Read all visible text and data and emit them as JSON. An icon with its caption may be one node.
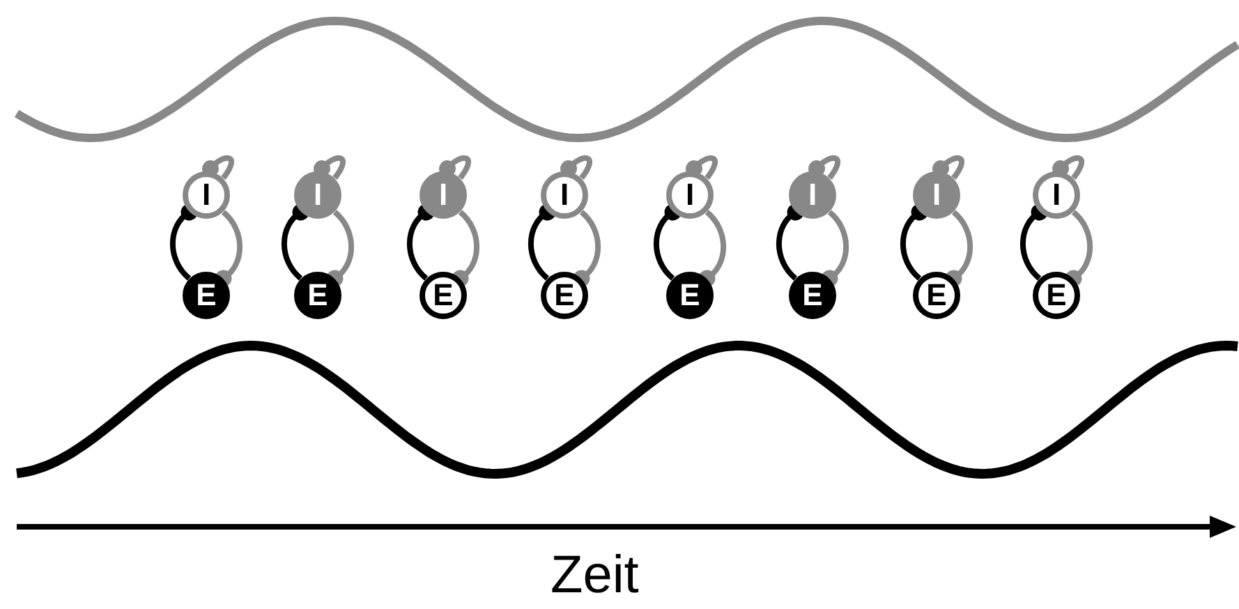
{
  "diagram": {
    "nodes": [
      {
        "text": [
          "I"
        ]
      },
      {
        "text": [
          "I"
        ]
      },
      {
        "text": [
          "I"
        ]
      },
      {
        "text": [
          "I"
        ]
      },
      {
        "text": [
          "I"
        ]
      },
      {
        "text": [
          "I"
        ]
      },
      {
        "text": [
          "I"
        ]
      },
      {
        "text": [
          "I"
        ]
      },
      {
        "text": [
          "E"
        ]
      },
      {
        "text": [
          "E"
        ]
      },
      {
        "text": [
          "E"
        ]
      },
      {
        "text": [
          "E"
        ]
      },
      {
        "text": [
          "E"
        ]
      },
      {
        "text": [
          "E"
        ]
      },
      {
        "text": [
          "E"
        ]
      },
      {
        "text": [
          "E"
        ]
      }
    ],
    "edges": [
      {
        "from": 8,
        "to": 0,
        "arrow": "other",
        "color": "#000000"
      },
      {
        "from": 0,
        "to": 0,
        "arrow": "other"
      },
      {
        "from": 0,
        "to": 8,
        "arrow": "other"
      },
      {
        "from": 9,
        "to": 1,
        "arrow": "other",
        "color": "#000000"
      },
      {
        "from": 1,
        "to": 1,
        "arrow": "other"
      },
      {
        "from": 1,
        "to": 9,
        "arrow": "other"
      },
      {
        "from": 10,
        "to": 2,
        "arrow": "other",
        "color": "#000000"
      },
      {
        "from": 2,
        "to": 2,
        "arrow": "other"
      },
      {
        "from": 2,
        "to": 10,
        "arrow": "other"
      },
      {
        "from": 11,
        "to": 3,
        "arrow": "other",
        "color": "#000000"
      },
      {
        "from": 3,
        "to": 3,
        "arrow": "other"
      },
      {
        "from": 3,
        "to": 11,
        "arrow": "other"
      },
      {
        "from": 12,
        "to": 4,
        "arrow": "other",
        "color": "#000000"
      },
      {
        "from": 4,
        "to": 4,
        "arrow": "other"
      },
      {
        "from": 4,
        "to": 12,
        "arrow": "other"
      },
      {
        "from": 13,
        "to": 5,
        "arrow": "other",
        "color": "#000000"
      },
      {
        "from": 5,
        "to": 5,
        "arrow": "other"
      },
      {
        "from": 5,
        "to": 13,
        "arrow": "other"
      },
      {
        "from": 14,
        "to": 6,
        "arrow": "other",
        "color": "#000000"
      },
      {
        "from": 6,
        "to": 6,
        "arrow": "other"
      },
      {
        "from": 6,
        "to": 14,
        "arrow": "other"
      },
      {
        "from": 15,
        "to": 7,
        "arrow": "other",
        "color": "#000000"
      },
      {
        "from": 7,
        "to": 7,
        "arrow": "other"
      },
      {
        "from": 7,
        "to": 15,
        "arrow": "other"
      }
    ],
    "labels": [
      "Zeit"
    ]
  }
}
